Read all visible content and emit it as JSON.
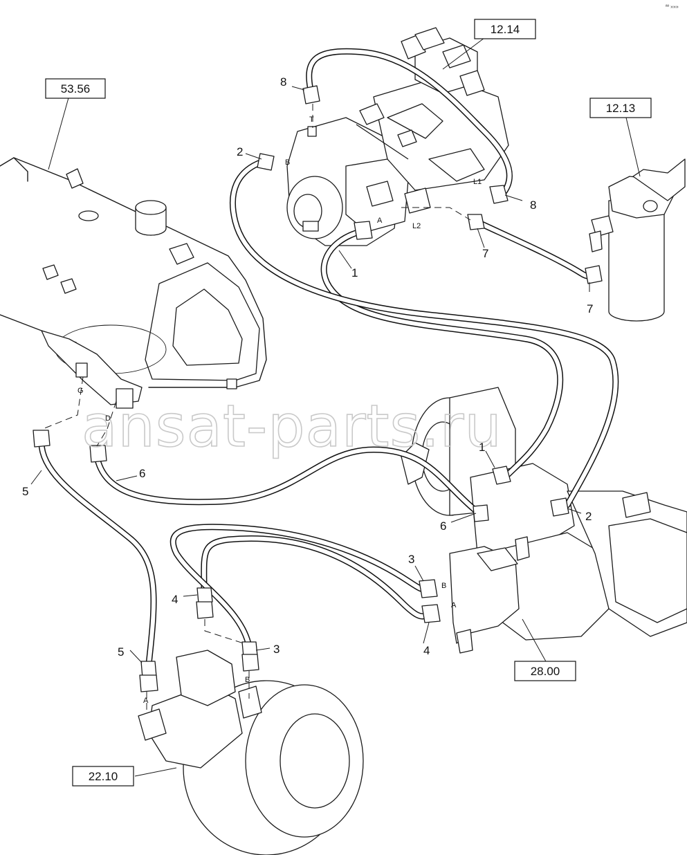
{
  "corner_mark": "ªº »»»",
  "watermark": "ansat-parts.ru",
  "reference_boxes": {
    "engine": "53.56",
    "valve": "12.14",
    "filter": "12.13",
    "transmission": "28.00",
    "motor": "22.10"
  },
  "callouts": {
    "c1_top": "1",
    "c1_axle": "1",
    "c2_left": "2",
    "c2_right": "2",
    "c3_upper": "3",
    "c3_lower": "3",
    "c4_upper": "4",
    "c4_lower": "4",
    "c5_upper": "5",
    "c5_lower": "5",
    "c6_left": "6",
    "c6_right": "6",
    "c7_upper": "7",
    "c7_lower": "7",
    "c8_upper": "8",
    "c8_lower": "8"
  },
  "ports": {
    "t": "T",
    "b_pump": "B",
    "a_pump": "A",
    "l1": "L1",
    "l2": "L2",
    "g": "G",
    "d": "D",
    "b_trans": "B",
    "a_trans": "A",
    "a_motor": "A",
    "b_motor": "B"
  }
}
